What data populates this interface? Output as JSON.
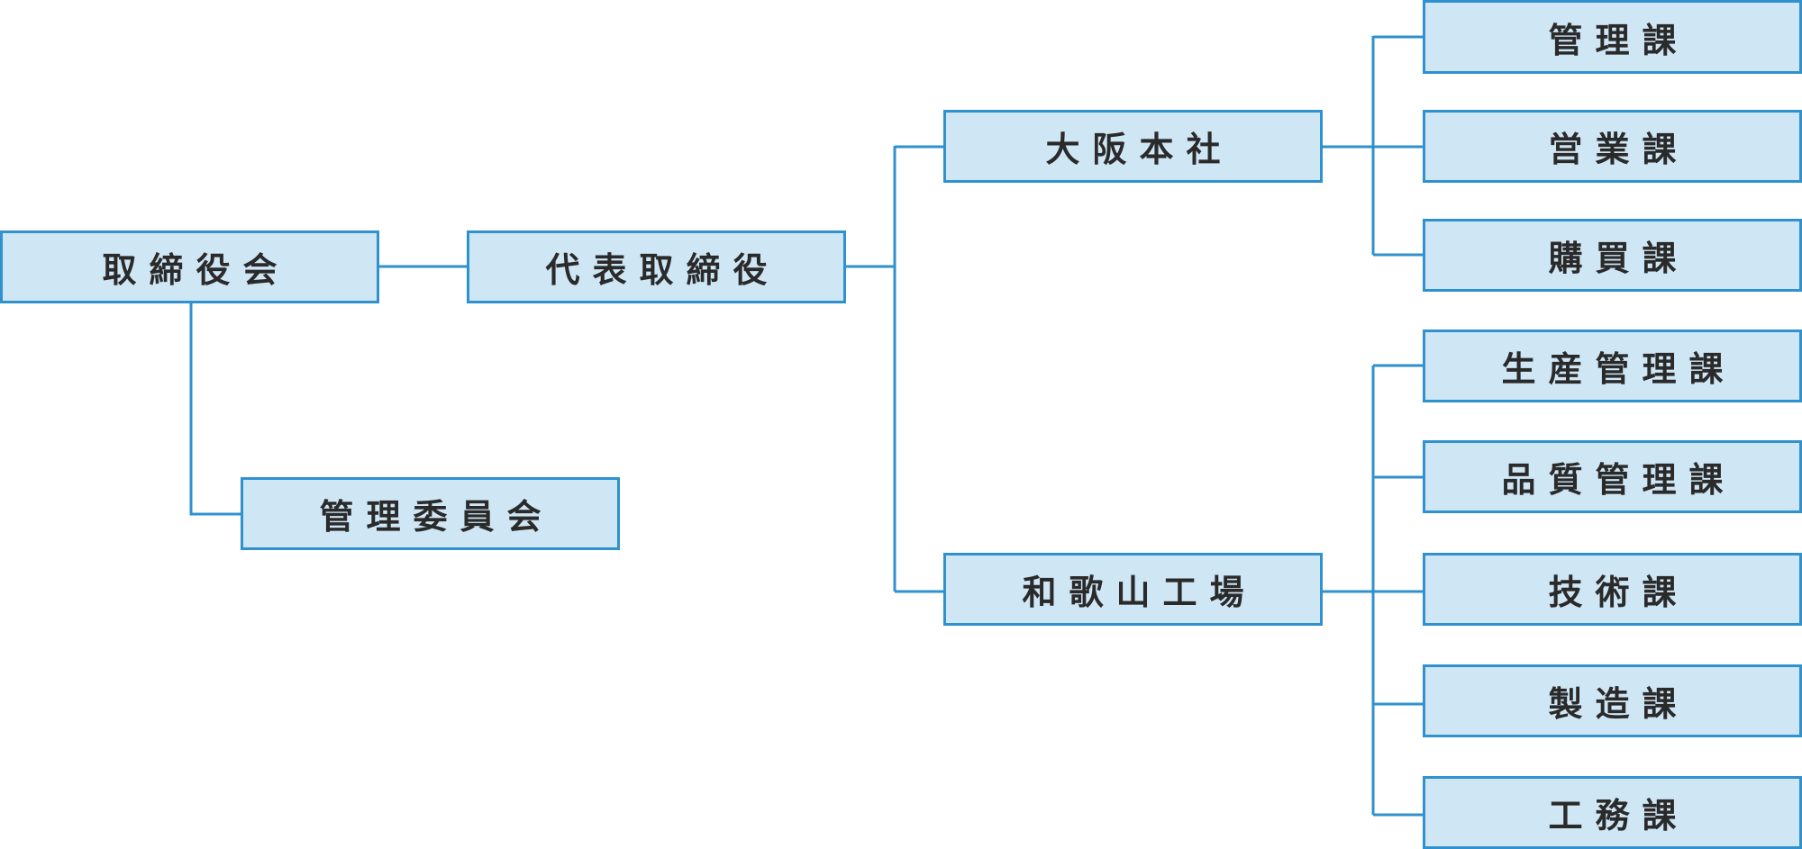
{
  "colors": {
    "box_fill": "#cfe6f5",
    "line": "#2f91cd",
    "text": "#2a2a2a"
  },
  "nodes": {
    "board": "取締役会",
    "president": "代表取締役",
    "management_committee": "管理委員会",
    "osaka_hq": "大阪本社",
    "wakayama_factory": "和歌山工場",
    "osaka_sections": [
      "管理課",
      "営業課",
      "購買課"
    ],
    "wakayama_sections": [
      "生産管理課",
      "品質管理課",
      "技術課",
      "製造課",
      "工務課"
    ]
  }
}
